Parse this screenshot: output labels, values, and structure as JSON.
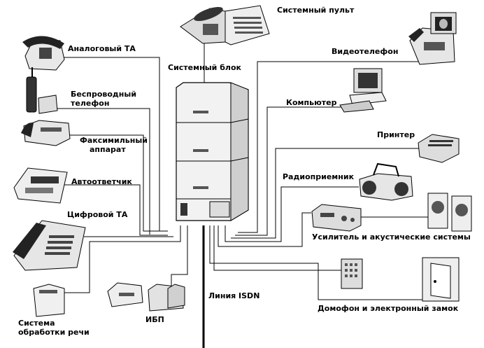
{
  "diagram": {
    "center": {
      "label": "Системный блок"
    },
    "isdn": {
      "label": "Линия ISDN"
    },
    "devices": {
      "console": {
        "label": "Системный пульт"
      },
      "analog": {
        "label": "Аналоговый ТА"
      },
      "cordless": {
        "label_line1": "Беспроводный",
        "label_line2": "телефон"
      },
      "fax": {
        "label_line1": "Факсимильный",
        "label_line2": "аппарат"
      },
      "answering": {
        "label": "Автоответчик"
      },
      "digital": {
        "label": "Цифровой ТА"
      },
      "voice": {
        "label_line1": "Система",
        "label_line2": "обработки речи"
      },
      "ups": {
        "label": "ИБП"
      },
      "videophone": {
        "label": "Видеотелефон"
      },
      "computer": {
        "label": "Компьютер"
      },
      "printer": {
        "label": "Принтер"
      },
      "radio": {
        "label": "Радиоприемник"
      },
      "amplifier": {
        "label": "Усилитель и акустические системы"
      },
      "doorphone": {
        "label": "Домофон и электронный замок"
      }
    }
  }
}
